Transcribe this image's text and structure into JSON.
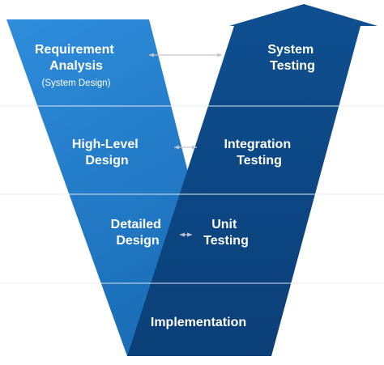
{
  "left_arm": {
    "stages": [
      {
        "lines": [
          "Requirement",
          "Analysis"
        ],
        "note": "(System Design)"
      },
      {
        "lines": [
          "High-Level",
          "Design"
        ]
      },
      {
        "lines": [
          "Detailed",
          "Design"
        ]
      }
    ]
  },
  "right_arm": {
    "stages": [
      {
        "lines": [
          "System",
          "Testing"
        ]
      },
      {
        "lines": [
          "Integration",
          "Testing"
        ]
      },
      {
        "lines": [
          "Unit",
          "Testing"
        ]
      }
    ]
  },
  "bottom": {
    "label": "Implementation"
  },
  "colors": {
    "left_light": "#2f8bd8",
    "left_mid": "#1c73c0",
    "right_dark": "#0d4580",
    "right_mid": "#125493",
    "band_line": "#e8eef5",
    "arrow": "#c2c6cc"
  }
}
